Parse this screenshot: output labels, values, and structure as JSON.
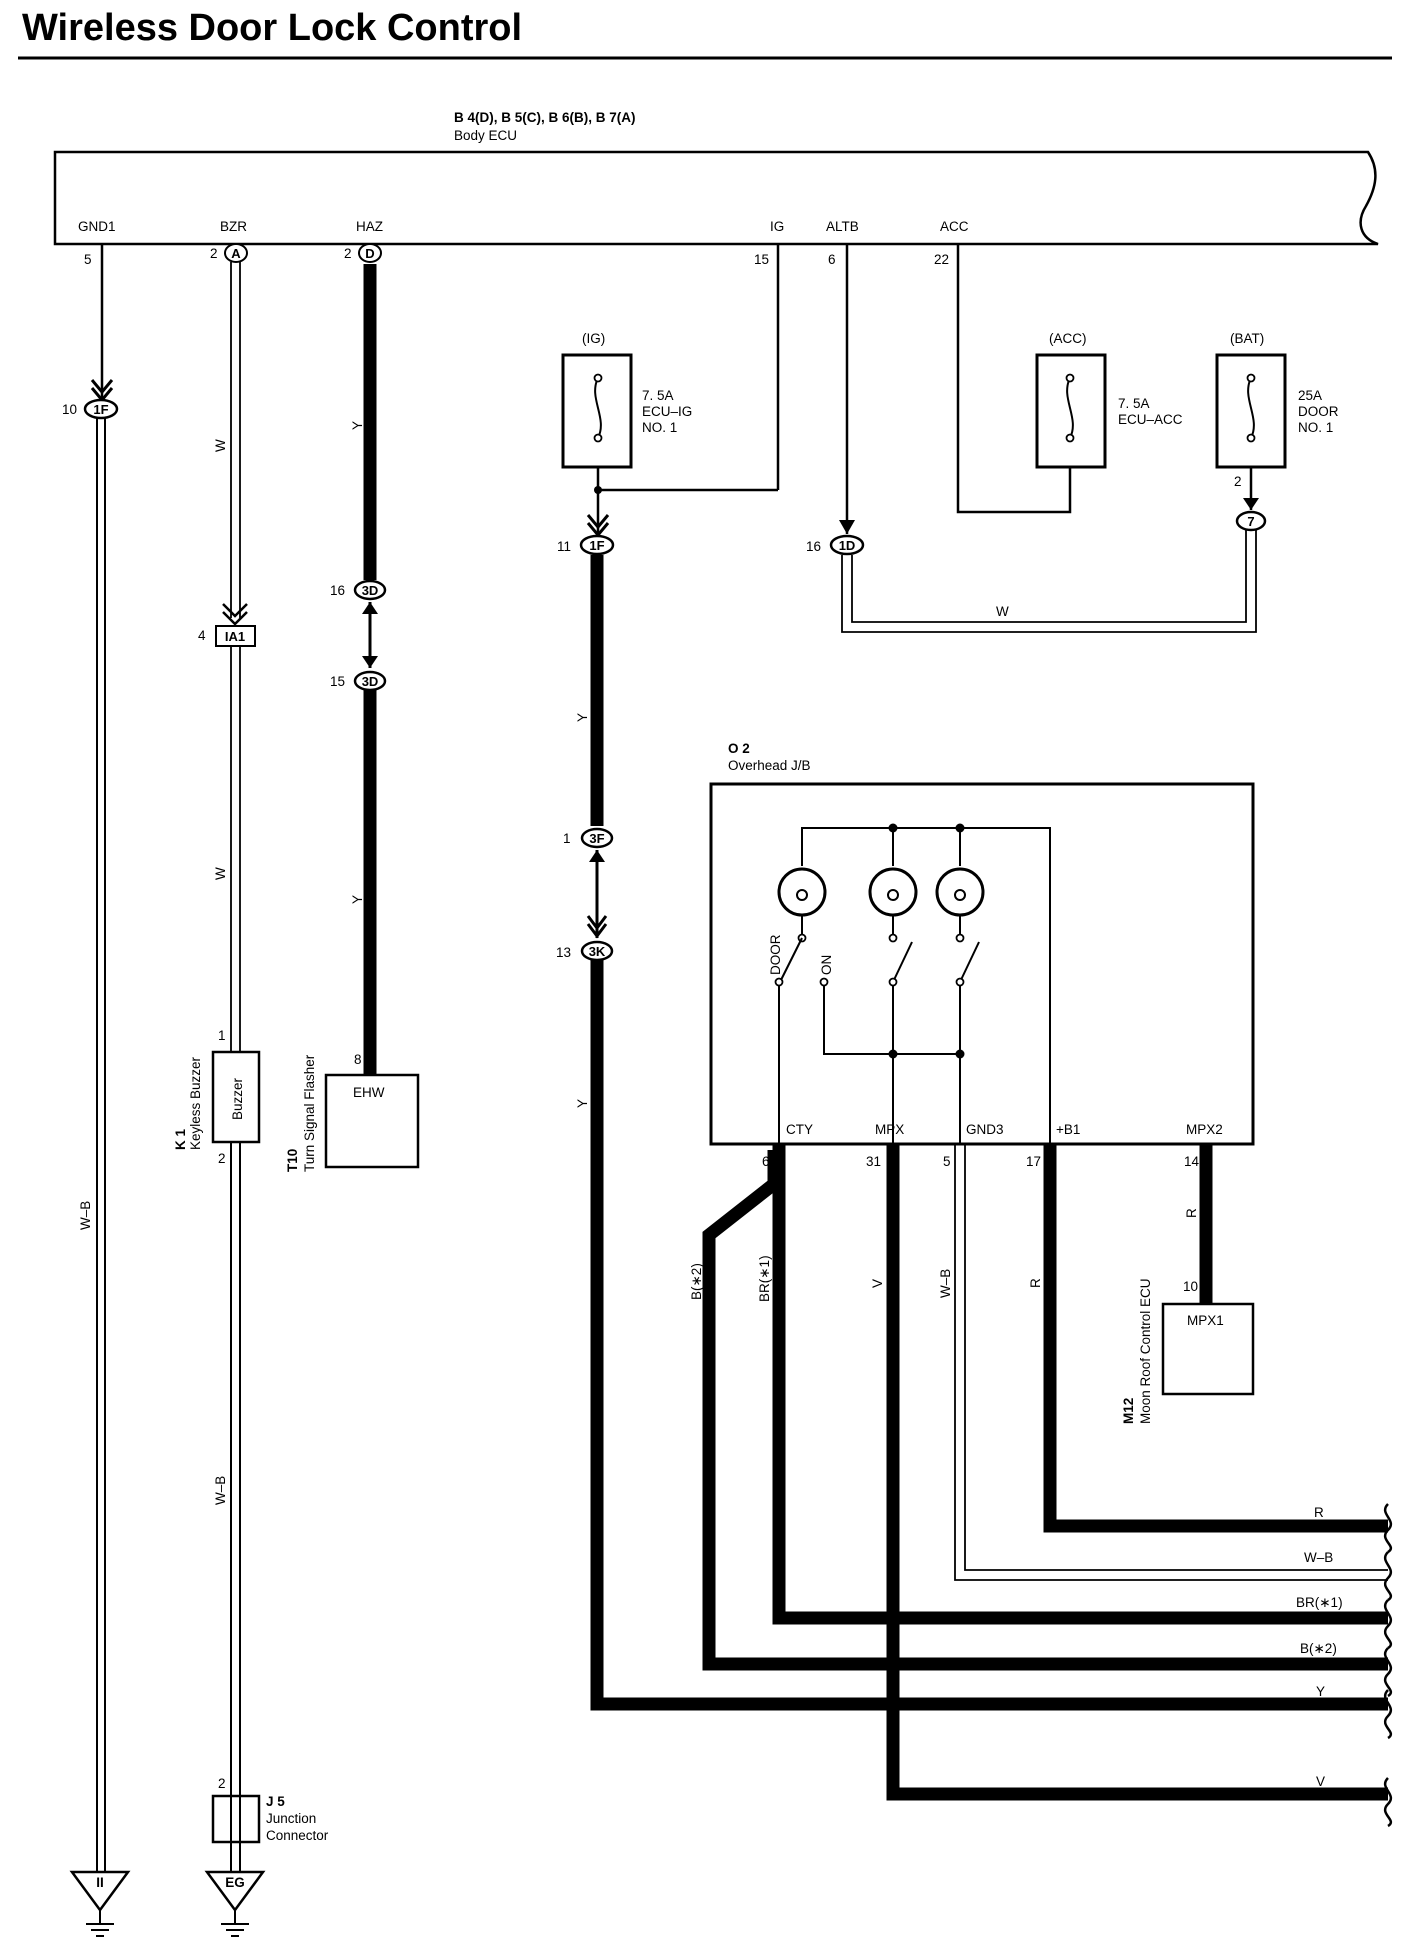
{
  "title": "Wireless Door Lock Control",
  "body_ecu": {
    "code": "B 4(D), B 5(C), B 6(B), B 7(A)",
    "name": "Body ECU",
    "pins": [
      {
        "label": "GND1",
        "num": "5"
      },
      {
        "label": "BZR",
        "num": "2",
        "conn": "A"
      },
      {
        "label": "HAZ",
        "num": "2",
        "conn": "D"
      },
      {
        "label": "IG",
        "num": "15"
      },
      {
        "label": "ALTB",
        "num": "6"
      },
      {
        "label": "ACC",
        "num": "22"
      }
    ]
  },
  "fuses": [
    {
      "group": "(IG)",
      "rating": "7. 5A",
      "name1": "ECU–IG",
      "name2": "NO. 1"
    },
    {
      "group": "(ACC)",
      "rating": "7. 5A",
      "name1": "ECU–ACC",
      "name2": ""
    },
    {
      "group": "(BAT)",
      "rating": "25A",
      "name1": "DOOR",
      "name2": "NO. 1",
      "pin": "2"
    }
  ],
  "connectors": [
    {
      "pin": "10",
      "code": "1F"
    },
    {
      "pin": "11",
      "code": "1F"
    },
    {
      "pin": "16",
      "code": "1D"
    },
    {
      "pin": "",
      "code": "7"
    },
    {
      "pin": "16",
      "code": "3D"
    },
    {
      "pin": "15",
      "code": "3D"
    },
    {
      "pin": "4",
      "code": "IA1"
    },
    {
      "pin": "1",
      "code": "3F"
    },
    {
      "pin": "13",
      "code": "3K"
    }
  ],
  "wire_colors": {
    "w": "W",
    "y": "Y",
    "wb": "W–B",
    "r": "R",
    "br1": "BR(∗1)",
    "b2": "B(∗2)",
    "v": "V"
  },
  "components": {
    "k1": {
      "code": "K 1",
      "name": "Keyless Buzzer",
      "box": "Buzzer",
      "pin_top": "1",
      "pin_bottom": "2"
    },
    "t10": {
      "code": "T10",
      "name": "Turn Signal Flasher",
      "box": "EHW",
      "pin": "8"
    },
    "j5": {
      "code": "J 5",
      "name1": "Junction",
      "name2": "Connector",
      "pin": "2"
    },
    "o2": {
      "code": "O 2",
      "name": "Overhead J/B",
      "switch_labels": [
        "DOOR",
        "ON"
      ],
      "pins": [
        {
          "label": "CTY",
          "num": "6"
        },
        {
          "label": "MPX",
          "num": "31"
        },
        {
          "label": "GND3",
          "num": "5"
        },
        {
          "label": "+B1",
          "num": "17"
        },
        {
          "label": "MPX2",
          "num": "14"
        }
      ]
    },
    "m12": {
      "code": "M12",
      "name": "Moon Roof Control ECU",
      "box": "MPX1",
      "pin": "10"
    }
  },
  "grounds": [
    "II",
    "EG"
  ],
  "wire_colors_hex": {
    "line": "#000000",
    "background": "#ffffff"
  }
}
